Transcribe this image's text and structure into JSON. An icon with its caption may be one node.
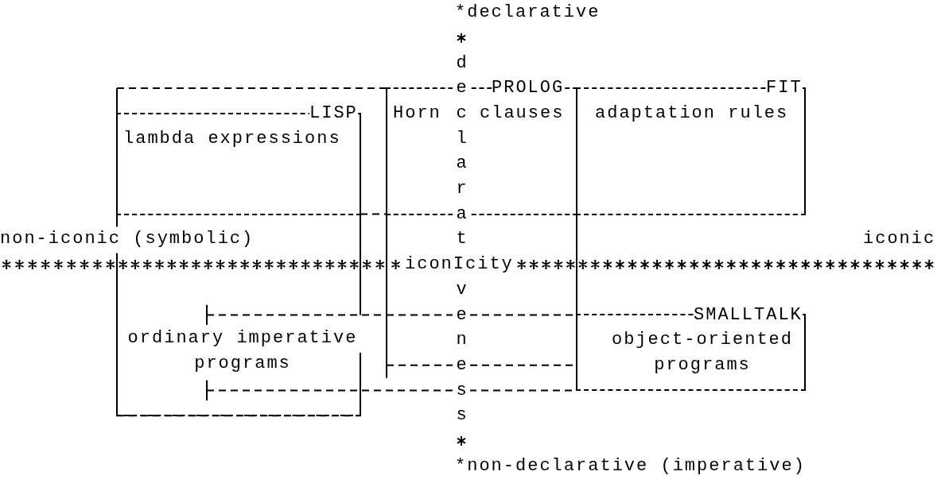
{
  "diagram": {
    "nodes": [
      {
        "text": [
          "LISP",
          "lambda expressions"
        ]
      },
      {
        "text": [
          "PROLOG",
          "Horn",
          "clauses"
        ]
      },
      {
        "text": [
          "FIT",
          "adaptation rules"
        ]
      },
      {
        "text": [
          "ordinary imperative programs"
        ]
      },
      {
        "text": [
          "SMALLTALK",
          "object-oriented programs"
        ]
      }
    ],
    "labels": [
      "*declarative",
      "declarat",
      "non-iconic (symbolic)",
      "iconic",
      "iconIcity",
      "veness",
      "*non-declarative (imperative)"
    ]
  }
}
